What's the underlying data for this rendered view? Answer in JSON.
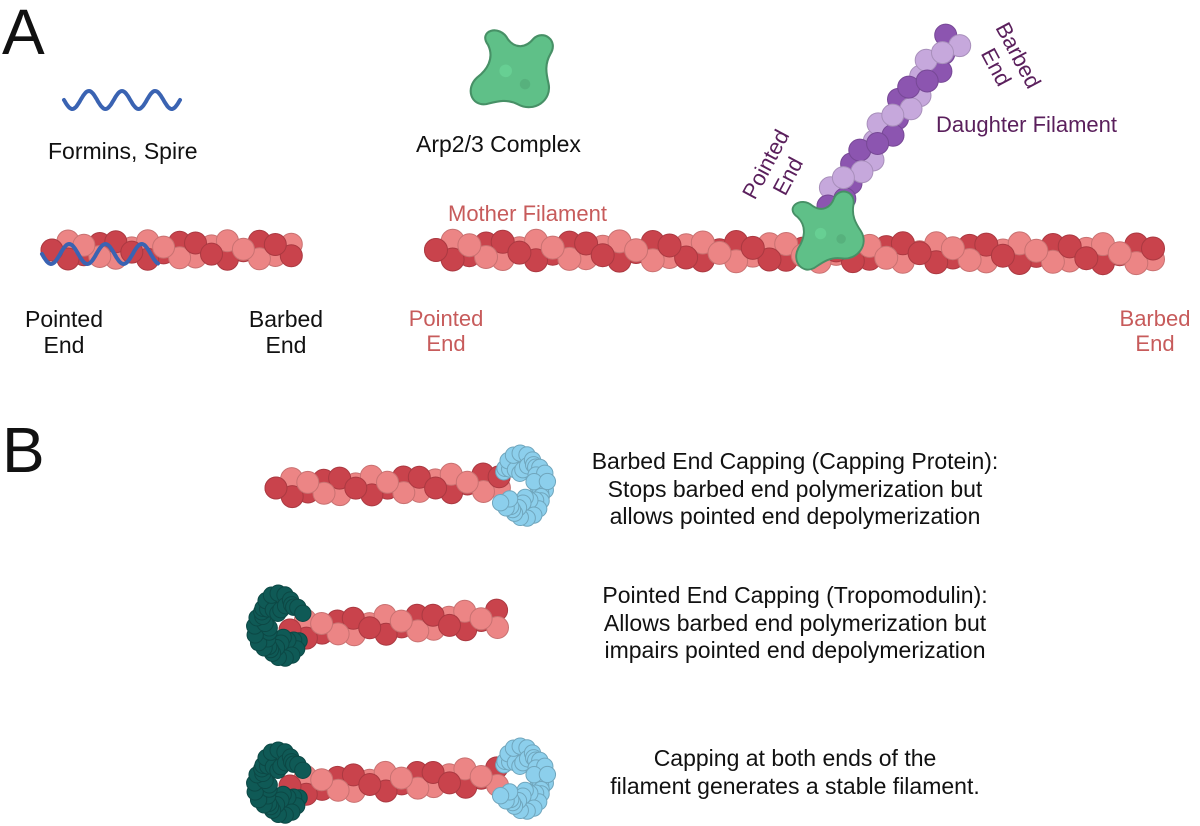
{
  "panels": {
    "a": "A",
    "b": "B"
  },
  "legend": {
    "formins": "Formins, Spire",
    "arp": "Arp2/3 Complex"
  },
  "formin_filament": {
    "pointed_line1": "Pointed",
    "pointed_line2": "End",
    "barbed_line1": "Barbed",
    "barbed_line2": "End"
  },
  "branched": {
    "mother": "Mother Filament",
    "daughter": "Daughter Filament",
    "pointed_line1": "Pointed",
    "pointed_line2": "End",
    "barbed_line1": "Barbed",
    "barbed_line2": "End",
    "daughter_pointed_line1": "Pointed",
    "daughter_pointed_line2": "End",
    "daughter_barbed_line1": "Barbed",
    "daughter_barbed_line2": "End"
  },
  "capping": {
    "barbed_line1": "Barbed End Capping (Capping Protein):",
    "barbed_line2": "Stops barbed end polymerization but",
    "barbed_line3": "allows pointed end depolymerization",
    "pointed_line1": "Pointed End Capping (Tropomodulin):",
    "pointed_line2": "Allows barbed end polymerization but",
    "pointed_line3": "impairs pointed end depolymerization",
    "both_line1": "Capping at both ends of the",
    "both_line2": "filament generates a stable filament."
  },
  "colors": {
    "actin_light": "#ec8585",
    "actin_dark": "#c9434c",
    "formin": "#3a63b2",
    "arp": "#5fc088",
    "daughter_light": "#c6a8dc",
    "daughter_dark": "#8c55b0",
    "capping_protein": "#8ccfec",
    "tropomodulin": "#0f5a56"
  }
}
